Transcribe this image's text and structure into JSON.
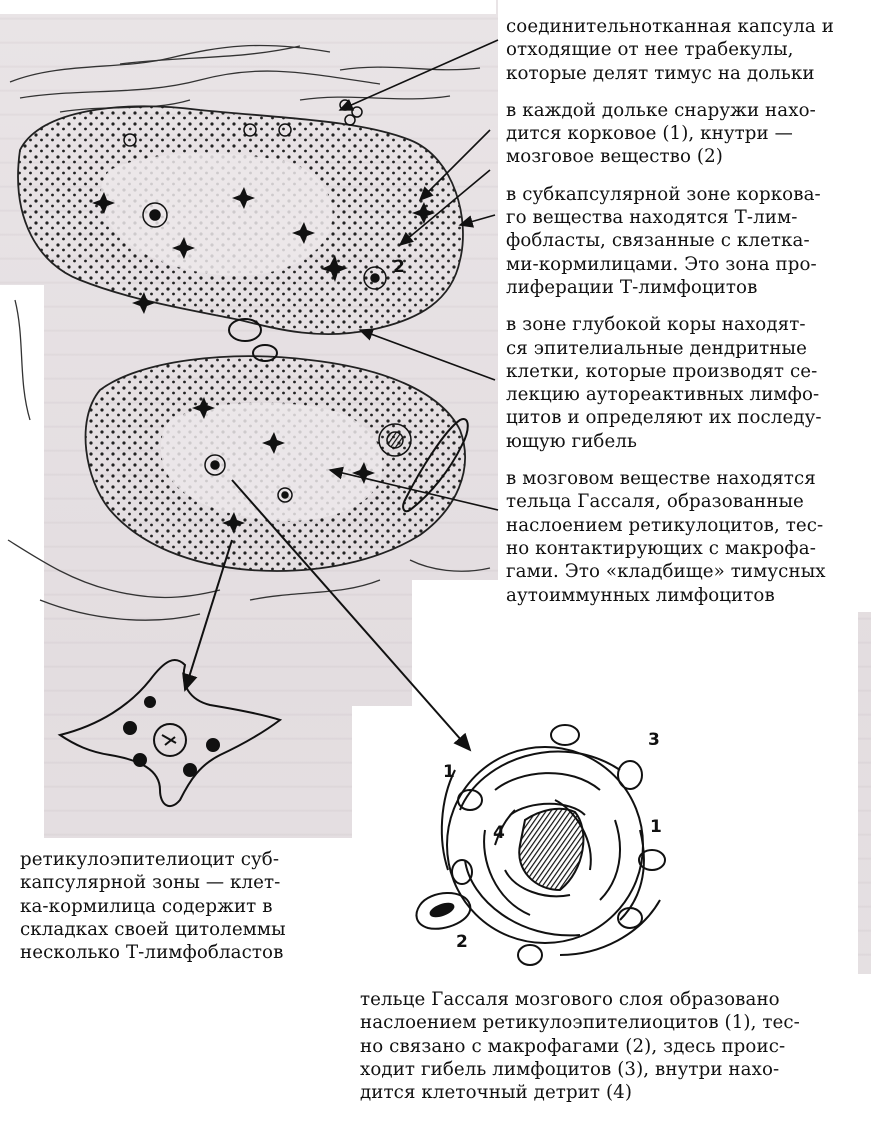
{
  "right_column": [
    [
      "соединительнотканная капсула и",
      "отходящие от нее трабекулы,",
      "которые делят тимус на дольки"
    ],
    [
      "в каждой дольке снаружи нахо-",
      "дится корковое (1), кнутри —",
      "мозговое вещество (2)"
    ],
    [
      "в субкапсулярной зоне коркова-",
      "го вещества находятся Т-лим-",
      "фобласты, связанные с клетка-",
      "ми-кормилицами. Это зона про-",
      "лиферации Т-лимфоцитов"
    ],
    [
      "в зоне глубокой коры находят-",
      "ся эпителиальные дендритные",
      "клетки, которые производят се-",
      "лекцию аутореактивных лимфо-",
      "цитов и определяют их последу-",
      "ющую гибель"
    ],
    [
      "в мозговом веществе находятся",
      "тельца Гассаля, образованные",
      "наслоением ретикулоцитов, тес-",
      "но контактирующих с макрофа-",
      "гами. Это «кладбище» тимусных",
      "аутоиммунных лимфоцитов"
    ]
  ],
  "left_caption": [
    "ретикулоэпителиоцит суб-",
    "капсулярной зоны — клет-",
    "ка-кормилица содержит в",
    "складках своей цитолеммы",
    "несколько Т-лимфобластов"
  ],
  "bottom_caption": [
    "тельце Гассаля мозгового слоя образовано",
    "наслоением ретикулоэпителиоцитов (1), тес-",
    "но связано с макрофагами (2), здесь проис-",
    "ходит гибель лимфоцитов (3), внутри нахо-",
    "дится клеточный детрит (4)"
  ],
  "figure_labels": {
    "lobule_medulla": "2",
    "hassal_1a": "1",
    "hassal_1b": "1",
    "hassal_2": "2",
    "hassal_3": "3",
    "hassal_4": "4"
  }
}
